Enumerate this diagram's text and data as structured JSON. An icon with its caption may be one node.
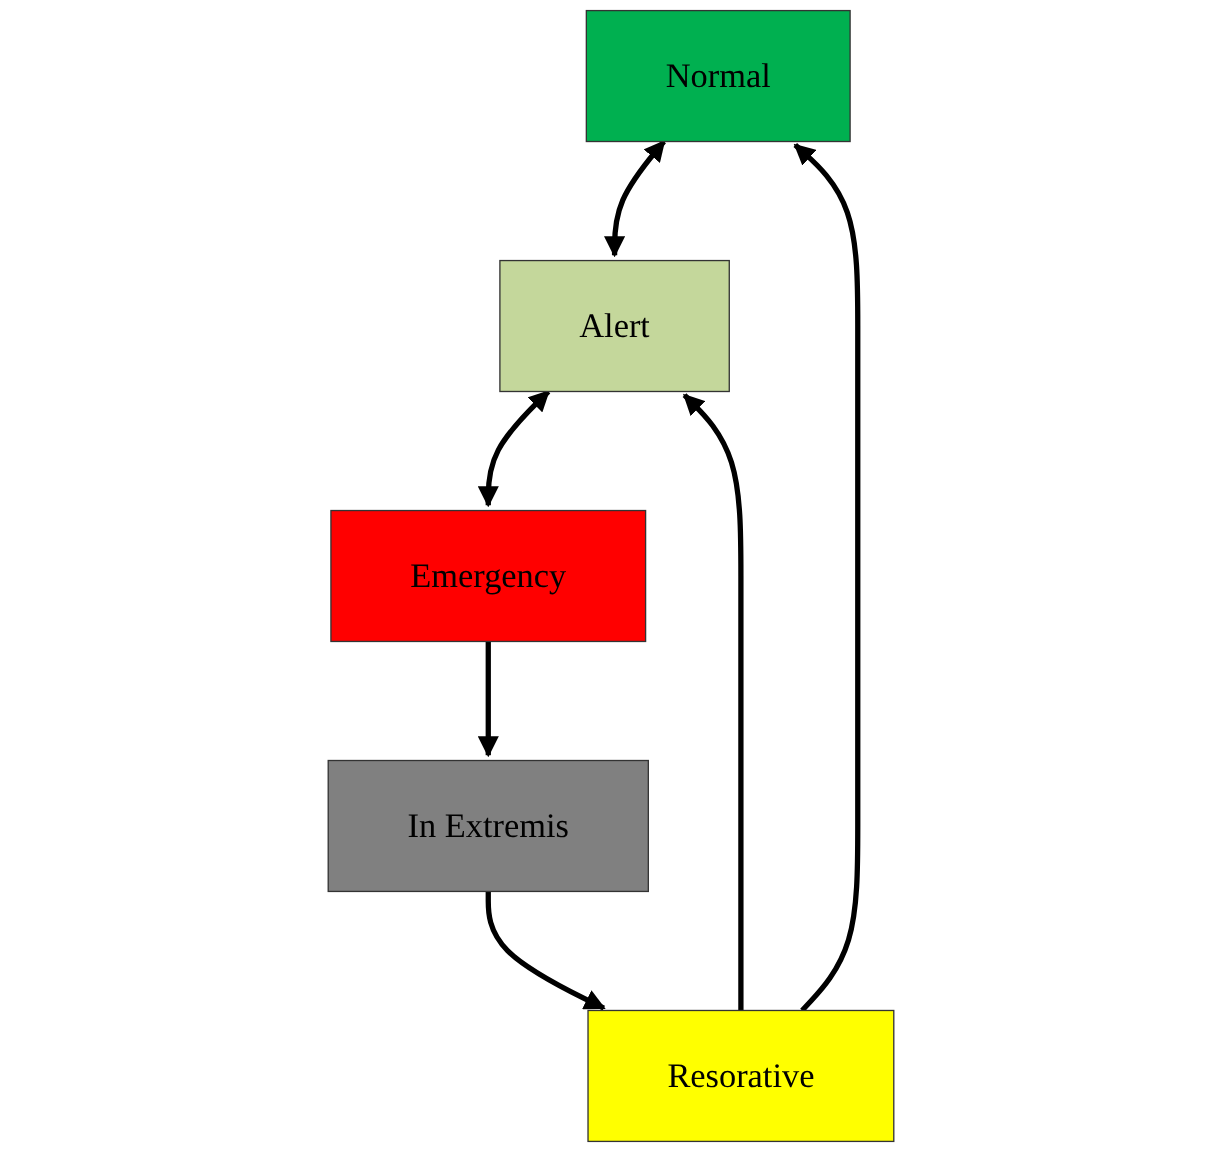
{
  "diagram": {
    "nodes": [
      {
        "text": [
          "Normal"
        ]
      },
      {
        "text": [
          "Resorative"
        ]
      },
      {
        "text": [
          "Alert"
        ]
      },
      {
        "text": [
          "In Extremis"
        ]
      },
      {
        "text": [
          "Emergency"
        ]
      }
    ],
    "edges": [
      {
        "from": 1,
        "to": 0,
        "arrow": "to"
      },
      {
        "from": 0,
        "to": 2,
        "arrow": "both"
      },
      {
        "from": 1,
        "to": 2,
        "arrow": "to"
      },
      {
        "from": 2,
        "to": 4,
        "arrow": "both"
      },
      {
        "from": 4,
        "to": 3,
        "arrow": "to"
      },
      {
        "from": 3,
        "to": 1,
        "arrow": "to"
      }
    ]
  }
}
